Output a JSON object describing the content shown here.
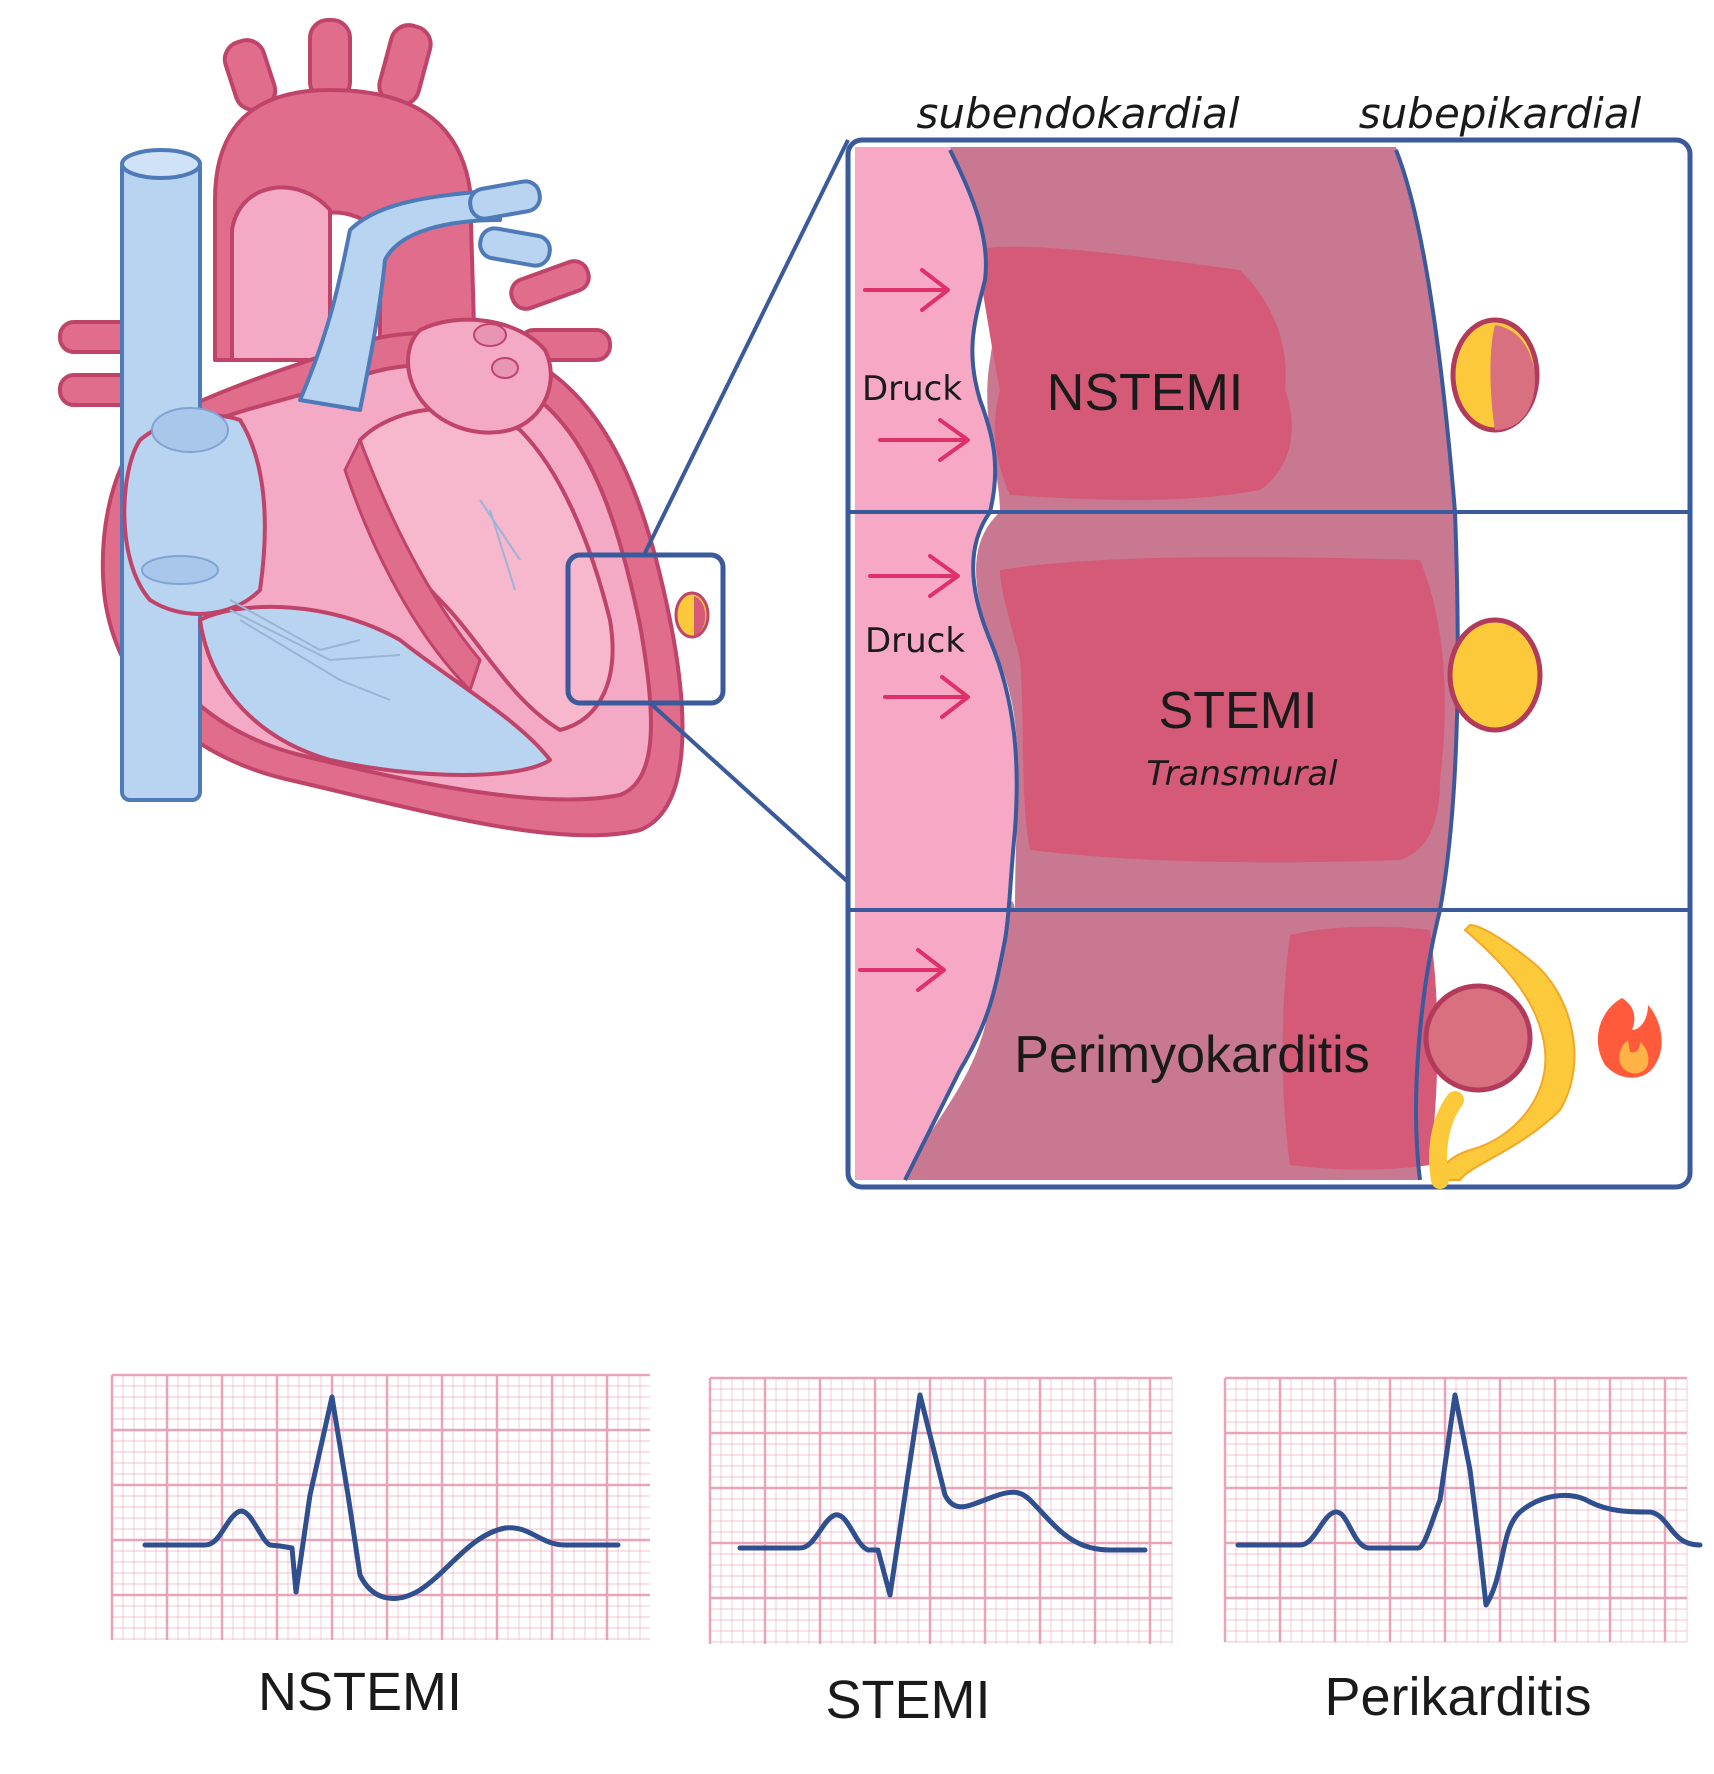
{
  "colors": {
    "outline": "#3a5a9c",
    "myocardium": "#c97891",
    "infarct": "#d45a78",
    "endocardium": "#f7a8c4",
    "heart_red": "#e06d8c",
    "heart_pink": "#f4a9c5",
    "vein_blue": "#b9d4f0",
    "arrow": "#e0306a",
    "fat_yellow": "#fbc93a",
    "ecg_grid": "#e8a0b4",
    "ecg_line": "#2f4f8f"
  },
  "labels": {
    "subendo": "subendokardial",
    "subepi": "subepikardial",
    "druck_1": "Druck",
    "druck_2": "Druck",
    "nstemi": "NSTEMI",
    "stemi": "STEMI",
    "transmural": "Transmural",
    "perimyo": "Perimyokarditis"
  },
  "ecg": [
    {
      "label": "NSTEMI",
      "type": "nstemi"
    },
    {
      "label": "STEMI",
      "type": "stemi"
    },
    {
      "label": "Perikarditis",
      "type": "perikarditis"
    }
  ]
}
